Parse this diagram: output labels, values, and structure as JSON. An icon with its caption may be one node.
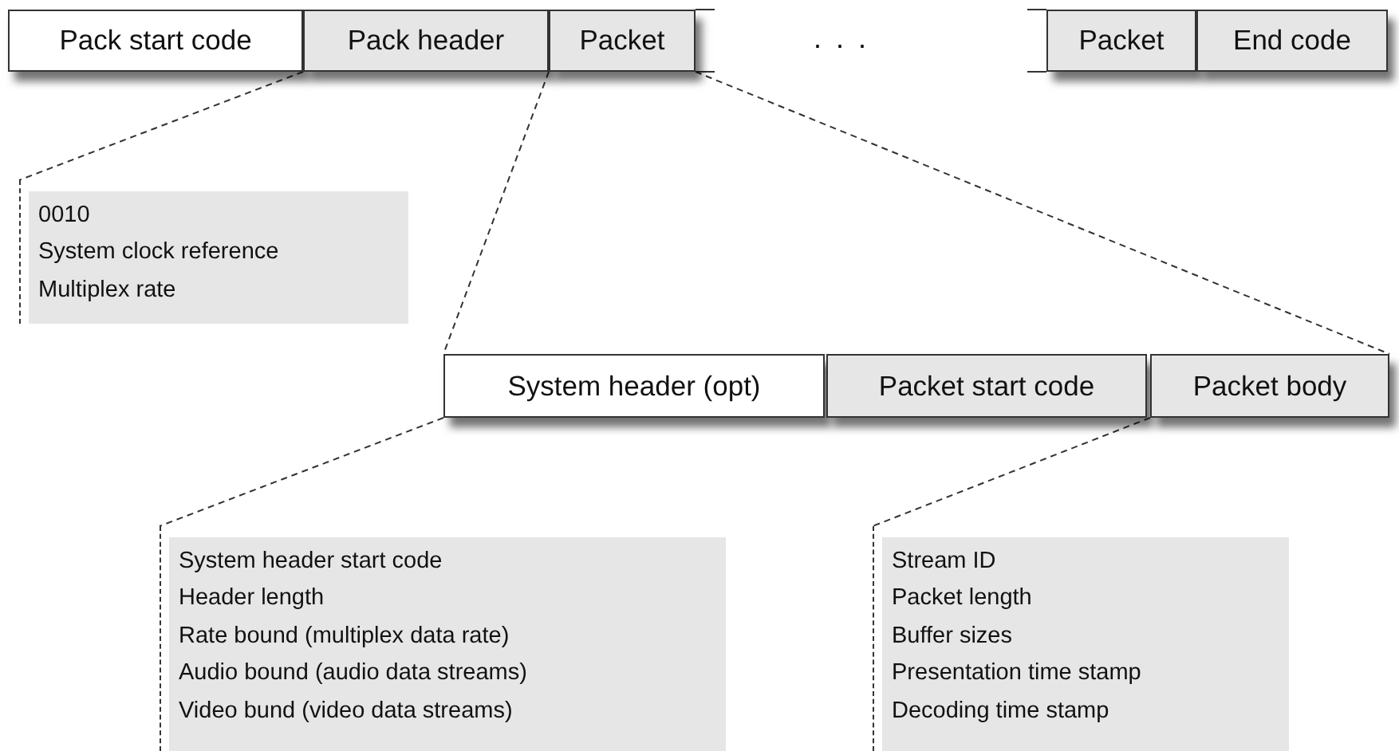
{
  "diagram": {
    "nodes": [
      {
        "text": [
          "Pack start code"
        ]
      },
      {
        "text": [
          "Pack header"
        ]
      },
      {
        "text": [
          "Packet"
        ]
      },
      {
        "text": [
          "Packet"
        ]
      },
      {
        "text": [
          "End code"
        ]
      },
      {
        "text": [
          "0010",
          "System clock reference",
          "Multiplex rate"
        ]
      },
      {
        "text": [
          "System header (opt)"
        ]
      },
      {
        "text": [
          "Packet start code"
        ]
      },
      {
        "text": [
          "Packet body"
        ]
      },
      {
        "text": [
          "System header start code",
          "Header length",
          "Rate bound (multiplex data rate)",
          "Audio bound (audio data streams)",
          "Video bund (video data streams)"
        ]
      },
      {
        "text": [
          "Stream ID",
          "Packet length",
          "Buffer sizes",
          "Presentation time stamp",
          "Decoding time stamp"
        ]
      }
    ],
    "edges": [
      {
        "from": 1,
        "to": 5,
        "arrow": "none",
        "style": "dashed"
      },
      {
        "from": 2,
        "to": 6,
        "arrow": "none",
        "style": "dashed"
      },
      {
        "from": 2,
        "to": 8,
        "arrow": "none",
        "style": "dashed"
      },
      {
        "from": 6,
        "to": 9,
        "arrow": "none",
        "style": "dashed"
      },
      {
        "from": 8,
        "to": 10,
        "arrow": "none",
        "style": "dashed"
      }
    ],
    "labels": [
      ". . ."
    ]
  }
}
